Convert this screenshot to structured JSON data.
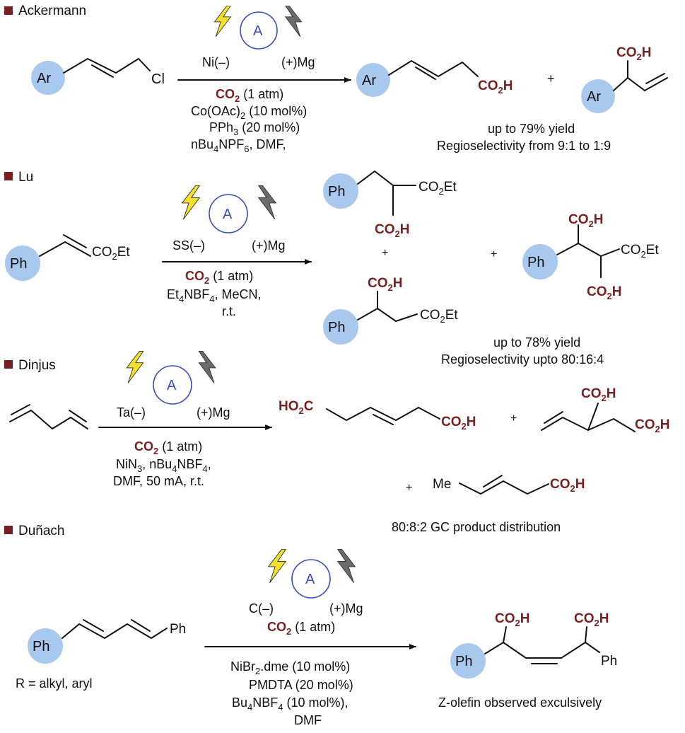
{
  "colors": {
    "accent_red": "#7a1f1f",
    "anode_blue": "#3b4cc0",
    "substituent_circle": "#a9c8ee",
    "bolt_yellow": "#f4df2a",
    "bolt_gray": "#6b6b6b"
  },
  "icons": [
    "square-bullet",
    "lightning-bolt-icon",
    "anode-circle"
  ],
  "common": {
    "anode_label": "A",
    "co2": "CO",
    "co2_sub": "2",
    "co2_atm": " (1 atm)",
    "co2h": "CO",
    "co2h_sub": "2",
    "co2h_tail": "H",
    "mg": "(+)Mg",
    "plus": "+",
    "ar": "Ar",
    "ph": "Ph",
    "cl": "Cl",
    "me": "Me",
    "ho2c_a": "HO",
    "ho2c_b": "2",
    "ho2c_c": "C"
  },
  "ackermann": {
    "title": "Ackermann",
    "cathode": "Ni(–)",
    "cond2_a": "Co(OAc)",
    "cond2_b": "2",
    "cond2_c": " (10 mol%)",
    "cond3_a": "PPh",
    "cond3_b": "3",
    "cond3_c": " (20 mol%)",
    "cond4_a": "nBu",
    "cond4_b": "4",
    "cond4_c": "NPF",
    "cond4_d": "6",
    "cond4_e": ", DMF,",
    "yield": "up to 79% yield",
    "selectivity": "Regioselectivity from 9:1 to 1:9"
  },
  "lu": {
    "title": "Lu",
    "cathode": "SS(–)",
    "co2et_a": "CO",
    "co2et_b": "2",
    "co2et_c": "Et",
    "cond2_a": "Et",
    "cond2_b": "4",
    "cond2_c": "NBF",
    "cond2_d": "4",
    "cond2_e": ", MeCN,",
    "cond3": "r.t.",
    "yield": "up to 78% yield",
    "selectivity": "Regioselectivity upto 80:16:4"
  },
  "dinjus": {
    "title": "Dinjus",
    "cathode": "Ta(–)",
    "cond2_a": "NiN",
    "cond2_b": "3",
    "cond2_c": ", nBu",
    "cond2_d": "4",
    "cond2_e": "NBF",
    "cond2_f": "4",
    "cond2_g": ",",
    "cond3": "DMF, 50 mA, r.t.",
    "distribution": "80:8:2 GC product distribution"
  },
  "dunach": {
    "title": "Duñach",
    "cathode": "C(–)",
    "r_group": "R = alkyl, aryl",
    "cond1_a": "NiBr",
    "cond1_b": "2",
    "cond1_c": ".dme (10 mol%)",
    "cond2": "PMDTA (20 mol%)",
    "cond3_a": "Bu",
    "cond3_b": "4",
    "cond3_c": "NBF",
    "cond3_d": "4",
    "cond3_e": " (10 mol%),",
    "cond4": "DMF",
    "note": "Z-olefin observed exculsively"
  }
}
